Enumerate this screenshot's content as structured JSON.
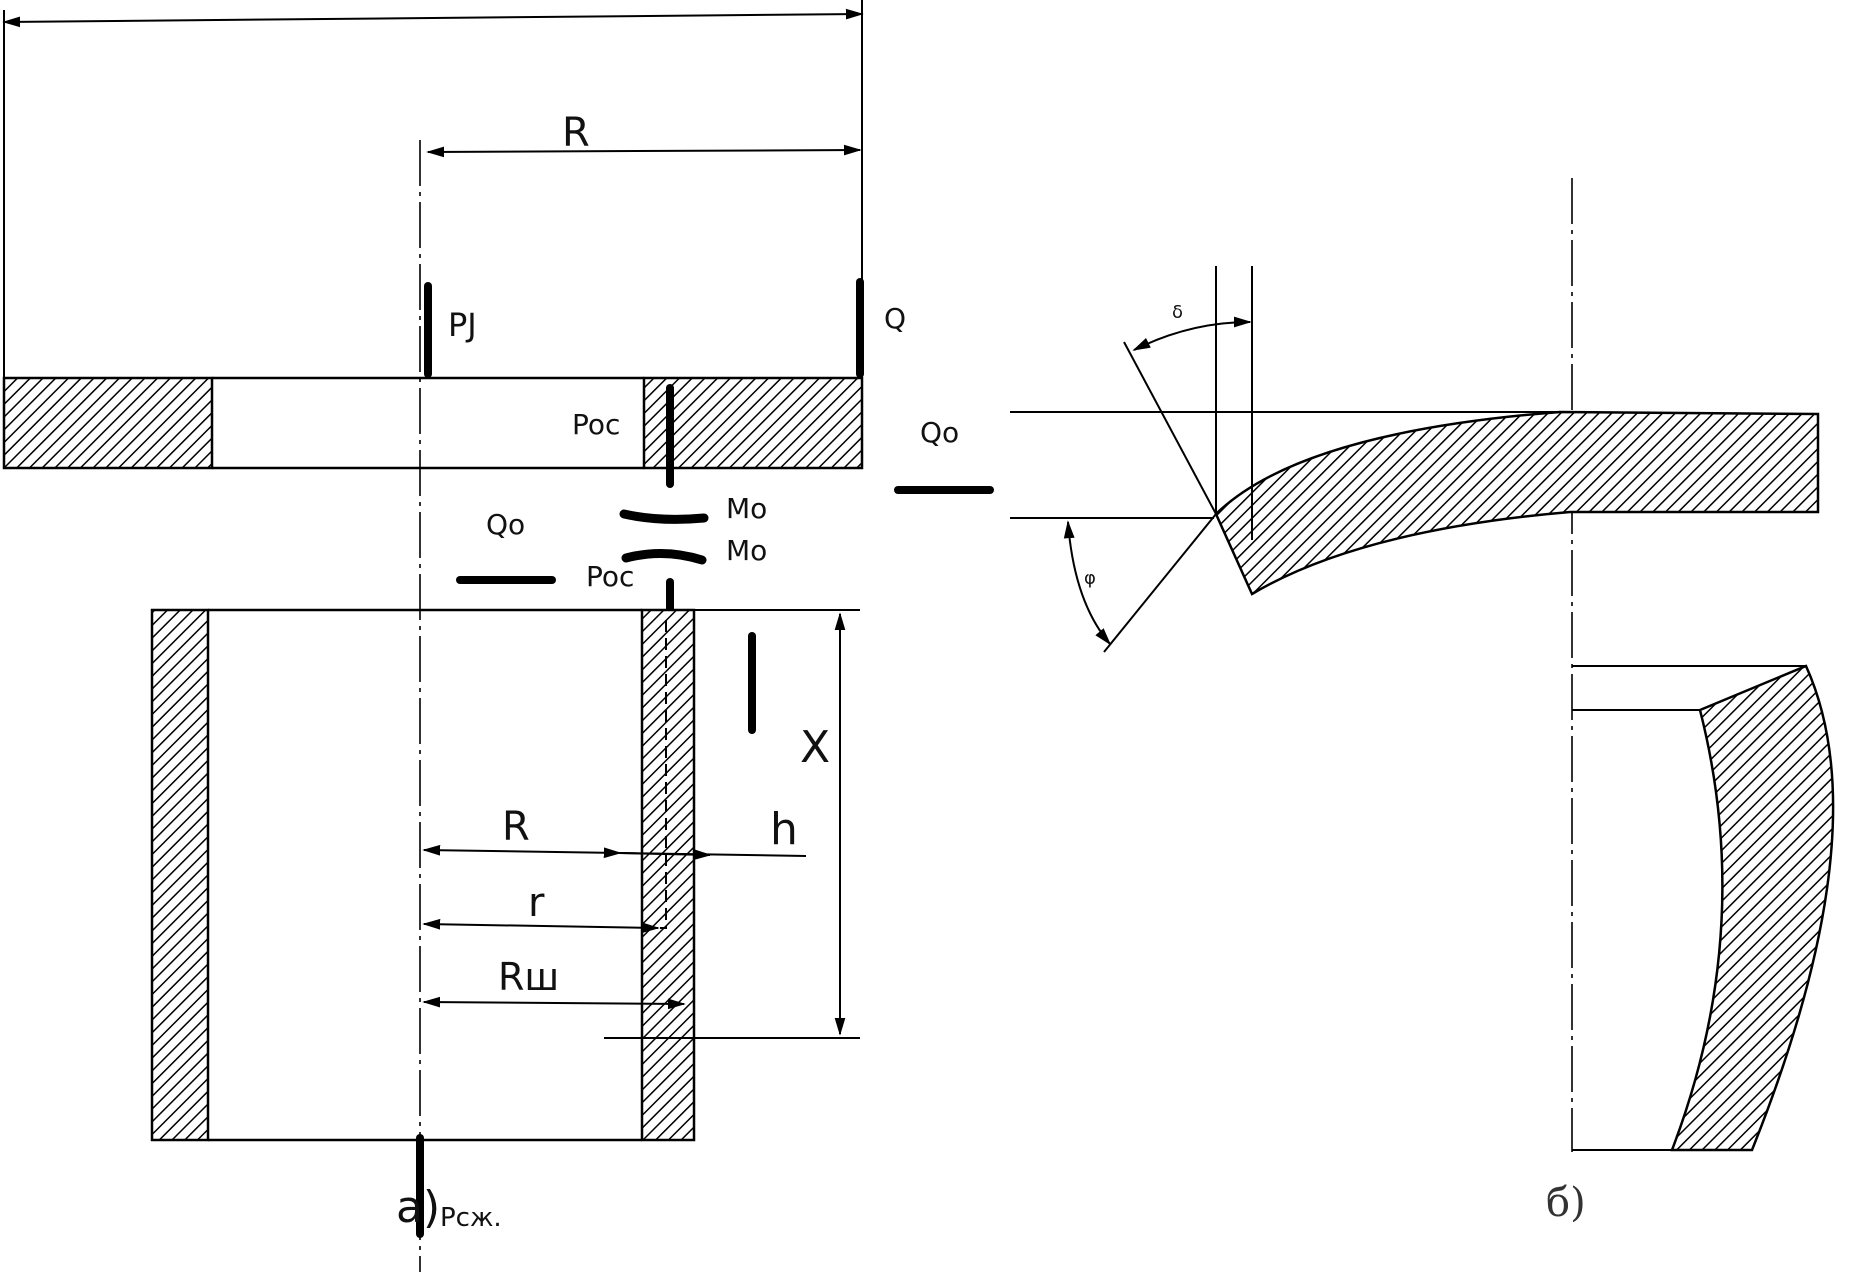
{
  "diagram": {
    "left_view": {
      "caption": "а)",
      "force_labels": {
        "pj": "PJ",
        "q": "Q",
        "poc_upper": "Poc",
        "poc_lower": "Poc",
        "qo": "Qo",
        "mo_upper": "Mo",
        "mo_lower": "Mo",
        "pcx": "Pcж."
      },
      "dimension_labels": {
        "top_radius": "R",
        "x": "X",
        "r_outer": "R",
        "h": "h",
        "r_inner": "r",
        "r_mid": "Rш"
      }
    },
    "right_view": {
      "caption": "б)",
      "force_labels": {
        "qo": "Qo"
      },
      "angle_labels": {
        "delta": "δ",
        "phi": "φ"
      }
    }
  }
}
